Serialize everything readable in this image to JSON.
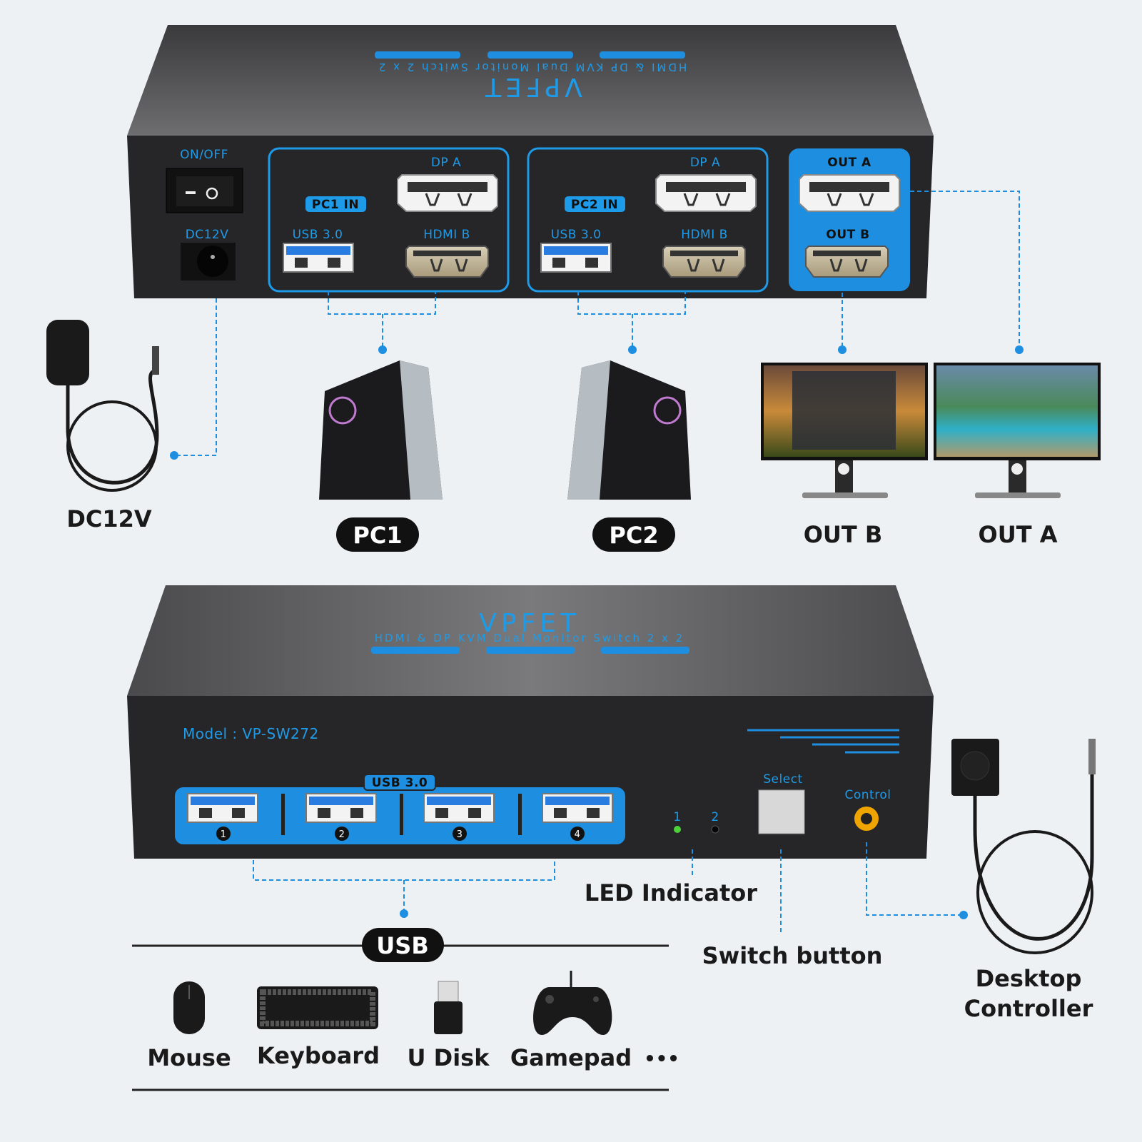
{
  "top_device": {
    "logo": "VPFET",
    "subtitle": "HDMI & DP KVM Dual Monitor Switch 2 x 2",
    "power_switch_label": "ON/OFF",
    "power_jack_label": "DC12V",
    "pc1": {
      "badge": "PC1 IN",
      "dp_label": "DP A",
      "usb_label": "USB 3.0",
      "hdmi_label": "HDMI B"
    },
    "pc2": {
      "badge": "PC2 IN",
      "dp_label": "DP A",
      "usb_label": "USB 3.0",
      "hdmi_label": "HDMI B"
    },
    "out": {
      "a_label": "OUT A",
      "b_label": "OUT B"
    }
  },
  "connections": {
    "power": "DC12V",
    "pc1": "PC1",
    "pc2": "PC2",
    "monitor_b": "OUT B",
    "monitor_a": "OUT A"
  },
  "bottom_device": {
    "logo": "VPFET",
    "subtitle": "HDMI & DP KVM Dual Monitor Switch 2 x 2",
    "model": "Model : VP-SW272",
    "usb_badge": "USB 3.0",
    "usb_ports": [
      "1",
      "2",
      "3",
      "4"
    ],
    "led_labels": [
      "1",
      "2"
    ],
    "select_label": "Select",
    "control_label": "Control"
  },
  "callouts": {
    "led": "LED Indicator",
    "switch": "Switch button",
    "controller_line1": "Desktop",
    "controller_line2": "Controller"
  },
  "usb_section": {
    "title": "USB",
    "devices": [
      "Mouse",
      "Keyboard",
      "U Disk",
      "Gamepad"
    ],
    "more": "•••"
  },
  "colors": {
    "accent": "#1e9be8",
    "device": "#2b2b2d",
    "background": "#eef1f4",
    "led_on": "#4cd13a",
    "control_port": "#f0a400"
  }
}
